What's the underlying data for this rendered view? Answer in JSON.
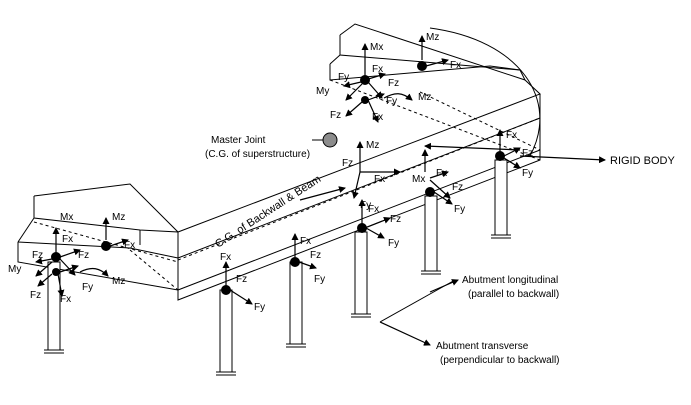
{
  "labels": {
    "master_joint": "Master Joint",
    "master_joint_sub": "(C.G. of superstructure)",
    "cg_backwall_beam": "C.G. of Backwall & Beam",
    "rigid_body": "RIGID BODY",
    "abutment_longitudinal": "Abutment longitudinal",
    "abutment_longitudinal_sub": "(parallel to backwall)",
    "abutment_transverse": "Abutment transverse",
    "abutment_transverse_sub": "(perpendicular to backwall)"
  },
  "force_labels": {
    "fx": "Fx",
    "fy": "Fy",
    "fz": "Fz",
    "mx": "Mx",
    "my": "My",
    "mz": "Mz"
  },
  "colors": {
    "line": "#000000",
    "master_joint_fill": "#8c8c8c",
    "background": "#ffffff"
  }
}
